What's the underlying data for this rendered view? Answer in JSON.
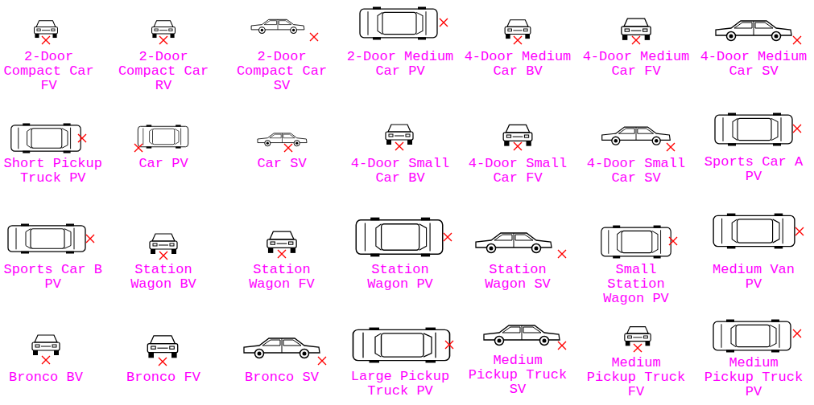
{
  "diagram": {
    "labels": [
      "2-Door Compact Car FV",
      "2-Door Compact Car RV",
      "2-Door Compact Car SV",
      "2-Door Medium Car PV",
      "4-Door Medium Car BV",
      "4-Door Medium Car FV",
      "4-Door Medium Car SV",
      "Short Pickup Truck PV",
      "Car PV",
      "Car SV",
      "4-Door Small Car BV",
      "4-Door Small Car FV",
      "4-Door Small Car SV",
      "Sports Car A PV",
      "Sports Car B PV",
      "Station Wagon BV",
      "Station Wagon FV",
      "Station Wagon PV",
      "Station Wagon SV",
      "Small Station Wagon PV",
      "Medium Van PV",
      "Bronco BV",
      "Bronco FV",
      "Bronco SV",
      "Large Pickup Truck PV",
      "Medium Pickup Truck SV",
      "Medium Pickup Truck FV",
      "Medium Pickup Truck PV"
    ]
  }
}
